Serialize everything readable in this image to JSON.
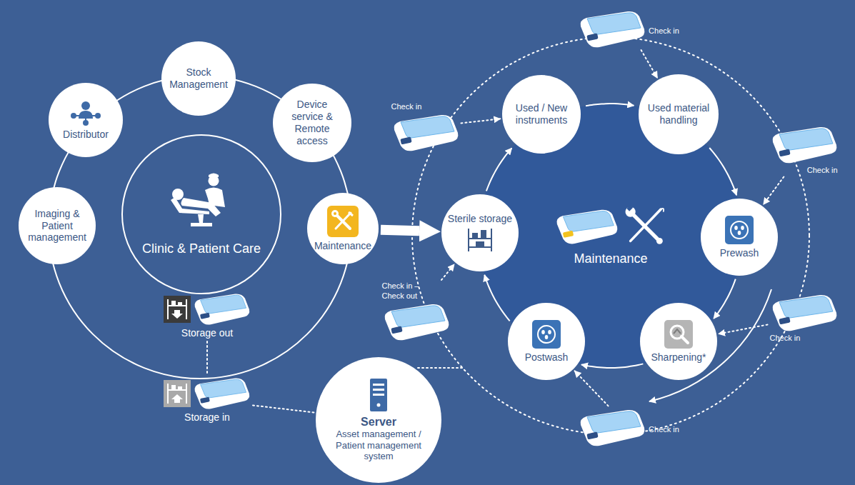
{
  "diagram": {
    "nodes": [
      {
        "text": [
          "Stock Management"
        ]
      },
      {
        "text": [
          "Distributor"
        ]
      },
      {
        "text": [
          "Device service & Remote access"
        ]
      },
      {
        "text": [
          "Imaging & Patient management"
        ]
      },
      {
        "text": [
          "Clinic & Patient Care"
        ]
      },
      {
        "text": [
          "Maintenance"
        ]
      },
      {
        "text": [
          "Storage out"
        ]
      },
      {
        "text": [
          "Storage in"
        ]
      },
      {
        "text": [
          "Server",
          "Asset management / Patient management system"
        ]
      },
      {
        "text": [
          "Check in"
        ]
      },
      {
        "text": [
          "Check in"
        ]
      },
      {
        "text": [
          "Check in"
        ]
      },
      {
        "text": [
          "Maintenance"
        ]
      },
      {
        "text": [
          "Used / New instruments"
        ],
        "in": 12
      },
      {
        "text": [
          "Used material handling"
        ],
        "in": 12
      },
      {
        "text": [
          "Sterile storage"
        ],
        "in": 12
      },
      {
        "text": [
          "Prewash"
        ],
        "in": 12
      },
      {
        "text": [
          "Check in – Check out"
        ]
      },
      {
        "text": [
          "Postwash"
        ],
        "in": 12
      },
      {
        "text": [
          "Sharpening*"
        ],
        "in": 12
      },
      {
        "text": [
          "Check in"
        ]
      },
      {
        "text": [
          "Check in"
        ]
      }
    ],
    "edges": [
      {
        "from": 5,
        "to": 15,
        "arrow": "to"
      },
      {
        "from": 6,
        "to": 7,
        "arrow": "none"
      },
      {
        "from": 7,
        "to": 8,
        "arrow": "none"
      },
      {
        "from": 13,
        "to": 14,
        "arrow": "to"
      },
      {
        "from": 14,
        "to": 16,
        "arrow": "to"
      },
      {
        "from": 16,
        "to": 19,
        "arrow": "to"
      },
      {
        "from": 19,
        "to": 18,
        "arrow": "to"
      },
      {
        "from": 18,
        "to": 15,
        "arrow": "to"
      },
      {
        "from": 15,
        "to": 13,
        "arrow": "to"
      },
      {
        "from": 9,
        "to": 14,
        "arrow": "to"
      },
      {
        "from": 10,
        "to": 13,
        "arrow": "to"
      },
      {
        "from": 11,
        "to": 16,
        "arrow": "to"
      },
      {
        "from": 20,
        "to": 19,
        "arrow": "to"
      },
      {
        "from": 21,
        "to": 18,
        "arrow": "to"
      },
      {
        "from": 17,
        "to": 15,
        "arrow": "to"
      }
    ]
  }
}
